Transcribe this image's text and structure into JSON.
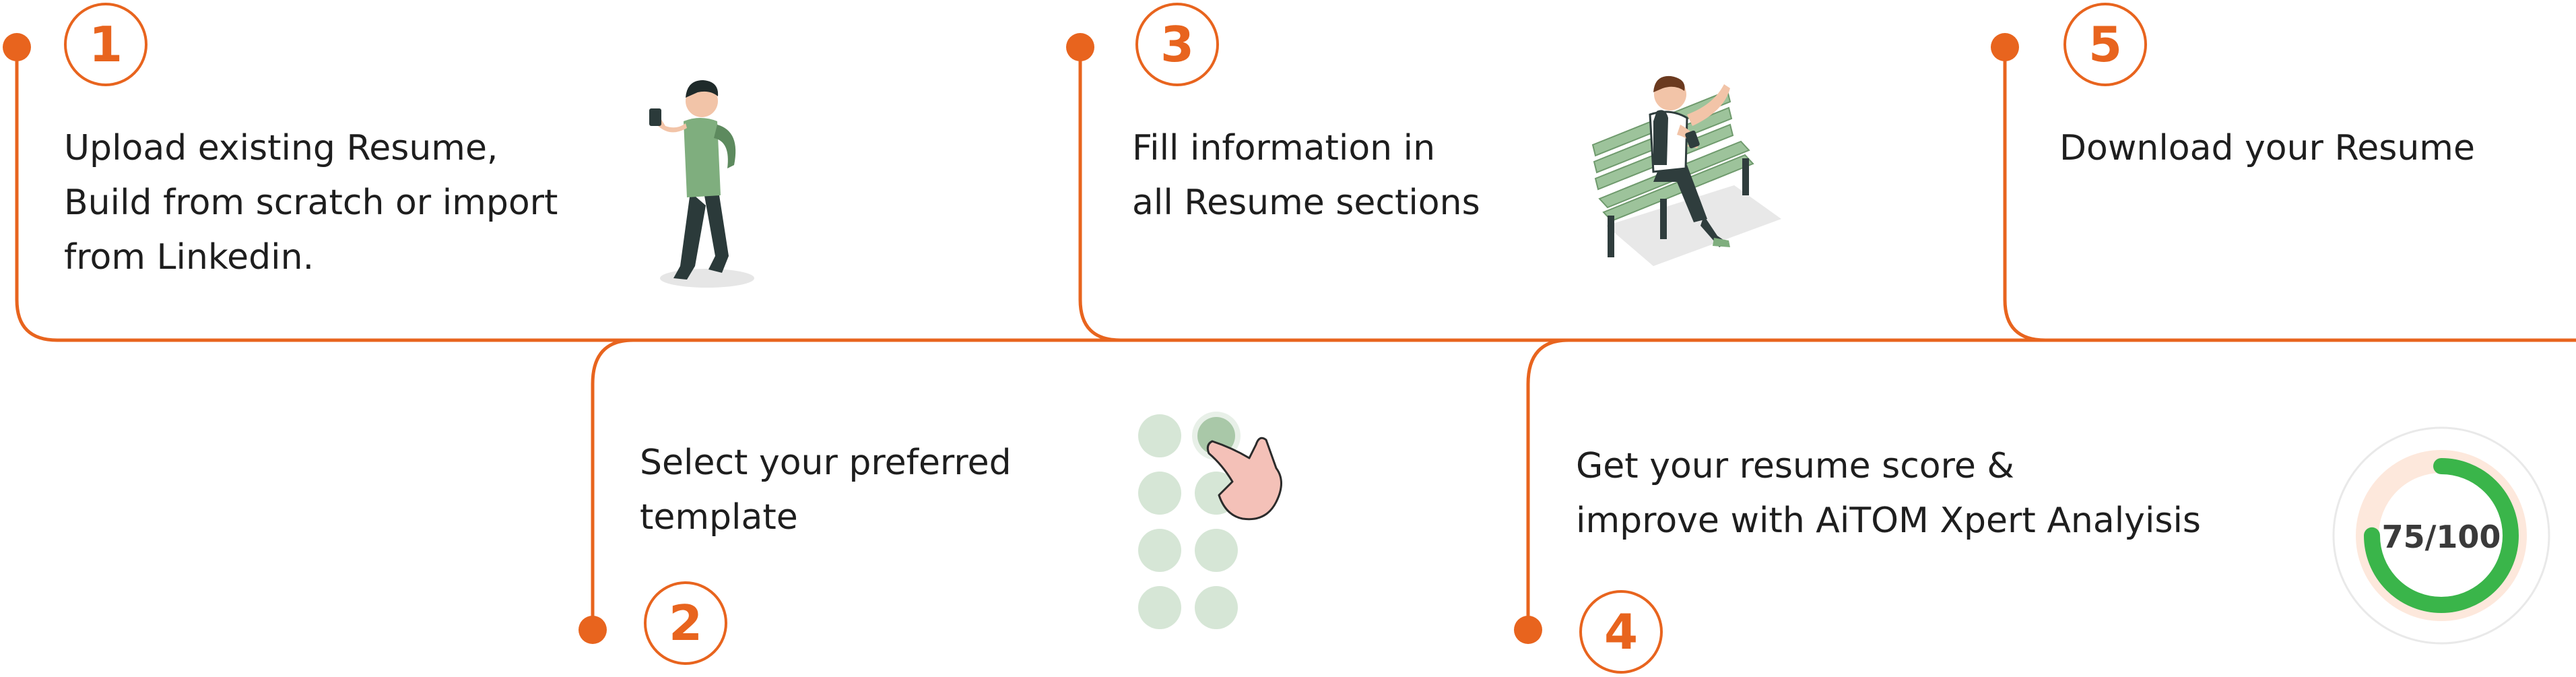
{
  "steps": [
    {
      "number": "1",
      "lines": [
        "Upload existing Resume,",
        "Build from scratch or import",
        "from Linkedin."
      ]
    },
    {
      "number": "2",
      "lines": [
        "Select your preferred",
        "template"
      ]
    },
    {
      "number": "3",
      "lines": [
        "Fill information in",
        "all Resume sections"
      ]
    },
    {
      "number": "4",
      "lines": [
        "Get your resume score &",
        "improve with AiTOM Xpert Analyisis"
      ]
    },
    {
      "number": "5",
      "lines": [
        "Download your Resume"
      ]
    }
  ],
  "score": {
    "label": "75/100",
    "value": 75,
    "max": 100
  },
  "colors": {
    "accent": "#e8641e",
    "text": "#1e1e1e",
    "illustration_green": "#7fae7e",
    "score_green": "#3ab54a"
  },
  "icons": {
    "step1": "walking-person-with-phone",
    "step2": "hand-selecting-template",
    "step3": "person-on-bench",
    "step4": "score-gauge"
  }
}
